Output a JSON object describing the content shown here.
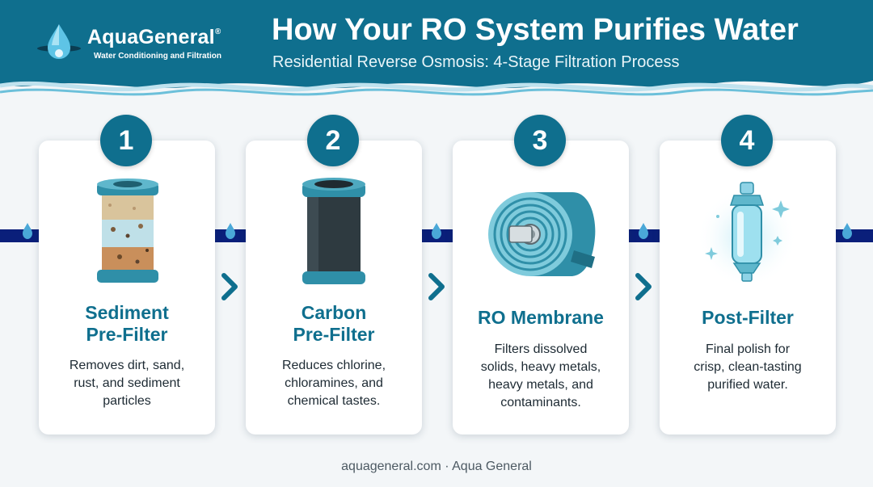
{
  "brand": {
    "name": "AquaGeneral",
    "trademark": "®",
    "tagline": "Water Conditioning and Filtration"
  },
  "header": {
    "title": "How Your RO System Purifies Water",
    "subtitle": "Residential Reverse Osmosis: 4-Stage Filtration Process"
  },
  "stages": [
    {
      "number": "1",
      "title_line1": "Sediment",
      "title_line2": "Pre-Filter",
      "desc_line1": "Removes dirt, sand,",
      "desc_line2": "rust, and sediment",
      "desc_line3": "particles",
      "icon": "sediment-filter-icon"
    },
    {
      "number": "2",
      "title_line1": "Carbon",
      "title_line2": "Pre-Filter",
      "desc_line1": "Reduces chlorine,",
      "desc_line2": "chloramines, and",
      "desc_line3": "chemical tastes.",
      "icon": "carbon-filter-icon"
    },
    {
      "number": "3",
      "title_line1": "RO Membrane",
      "title_line2": "",
      "desc_line1": "Filters dissolved",
      "desc_line2": "solids, heavy metals,",
      "desc_line3": "heavy metals, and",
      "desc_line4": "contaminants.",
      "icon": "ro-membrane-icon"
    },
    {
      "number": "4",
      "title_line1": "Post-Filter",
      "title_line2": "",
      "desc_line1": "Final polish for",
      "desc_line2": "crisp, clean-tasting",
      "desc_line3": "purified water.",
      "icon": "post-filter-icon"
    }
  ],
  "footer": {
    "text": "aquageneral.com · Aqua General"
  },
  "colors": {
    "header": "#0f6f8e",
    "accent": "#0f6f8e",
    "pipe": "#0a1f7a",
    "droplet": "#4aa8d8"
  }
}
